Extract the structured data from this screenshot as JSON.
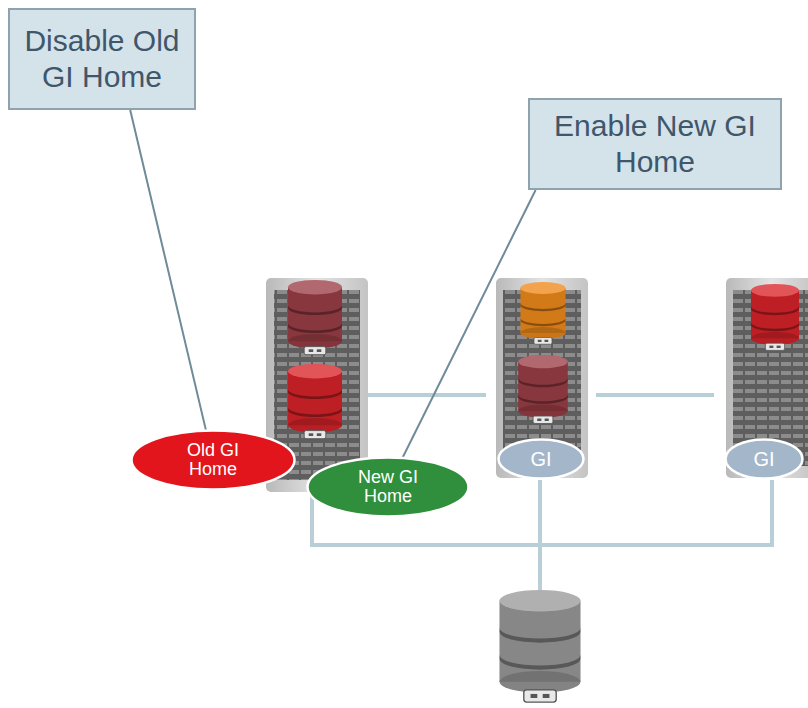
{
  "diagram": {
    "nodes": [
      {
        "text": [
          "Disable Old GI Home"
        ]
      },
      {
        "text": [
          "Enable New GI Home"
        ]
      },
      {
        "text": [
          "Old GI Home"
        ]
      },
      {
        "text": [
          "New GI Home"
        ]
      },
      {
        "text": [
          "GI"
        ]
      },
      {
        "text": [
          "GI"
        ]
      }
    ],
    "edges": [
      {
        "from": 0,
        "to": 2,
        "arrow": "none"
      },
      {
        "from": 1,
        "to": 3,
        "arrow": "none"
      }
    ]
  }
}
